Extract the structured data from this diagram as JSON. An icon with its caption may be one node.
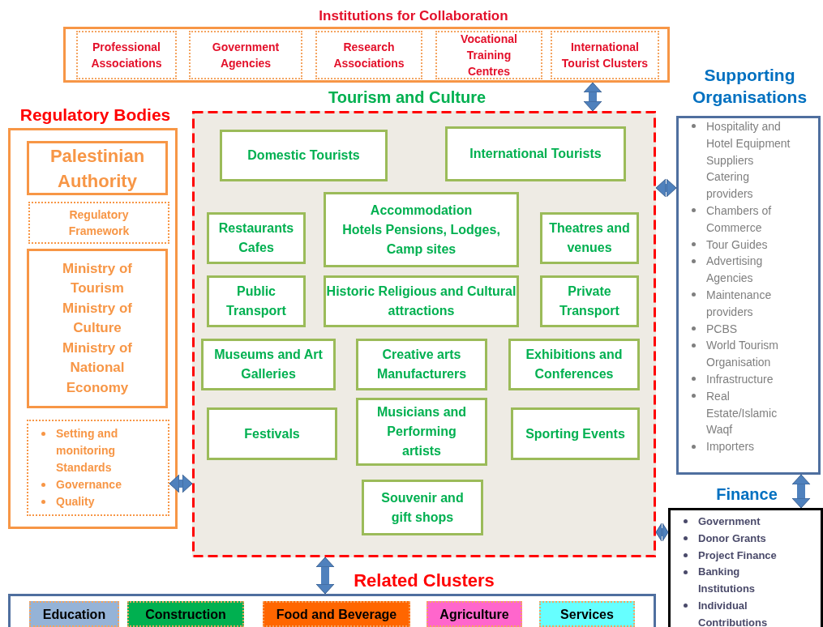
{
  "diagram": {
    "nodes": [
      {
        "text": [
          "Institutions for Collaboration"
        ]
      },
      {
        "text": [
          "Professional Associations"
        ],
        "in": 0
      },
      {
        "text": [
          "Government Agencies"
        ],
        "in": 0
      },
      {
        "text": [
          "Research Associations"
        ],
        "in": 0
      },
      {
        "text": [
          "Vocational Training Centres"
        ],
        "in": 0
      },
      {
        "text": [
          "International Tourist Clusters"
        ],
        "in": 0
      },
      {
        "text": [
          "Regulatory Bodies"
        ]
      },
      {
        "text": [
          "Palestinian Authority"
        ],
        "in": 6
      },
      {
        "text": [
          "Regulatory Framework"
        ],
        "in": 6
      },
      {
        "text": [
          "Ministry of Tourism",
          "Ministry of Culture",
          "Ministry of National Economy"
        ],
        "in": 6
      },
      {
        "text": [
          "Setting and monitoring Standards",
          "Governance",
          "Quality"
        ],
        "in": 6
      },
      {
        "text": [
          "Tourism and Culture"
        ]
      },
      {
        "text": [
          "Domestic Tourists"
        ],
        "in": 11
      },
      {
        "text": [
          "International Tourists"
        ],
        "in": 11
      },
      {
        "text": [
          "Restaurants Cafes"
        ],
        "in": 11
      },
      {
        "text": [
          "Accommodation",
          "Hotels Pensions, Lodges, Camp sites"
        ],
        "in": 11
      },
      {
        "text": [
          "Theatres and venues"
        ],
        "in": 11
      },
      {
        "text": [
          "Public Transport"
        ],
        "in": 11
      },
      {
        "text": [
          "Historic Religious and Cultural attractions"
        ],
        "in": 11
      },
      {
        "text": [
          "Private Transport"
        ],
        "in": 11
      },
      {
        "text": [
          "Museums and Art Galleries"
        ],
        "in": 11
      },
      {
        "text": [
          "Creative arts Manufacturers"
        ],
        "in": 11
      },
      {
        "text": [
          "Exhibitions and Conferences"
        ],
        "in": 11
      },
      {
        "text": [
          "Festivals"
        ],
        "in": 11
      },
      {
        "text": [
          "Musicians and Performing artists"
        ],
        "in": 11
      },
      {
        "text": [
          "Sporting Events"
        ],
        "in": 11
      },
      {
        "text": [
          "Souvenir and gift shops"
        ],
        "in": 11
      },
      {
        "text": [
          "Supporting Organisations",
          "Hospitality and Hotel Equipment Suppliers Catering providers",
          "Chambers of Commerce",
          "Tour Guides",
          "Advertising Agencies",
          "Maintenance providers",
          "PCBS",
          "World Tourism Organisation",
          "Infrastructure",
          "Real Estate/Islamic Waqf",
          "Importers"
        ]
      },
      {
        "text": [
          "Finance",
          "Government",
          "Donor Grants",
          "Project Finance",
          "Banking Institutions",
          "Individual Contributions"
        ]
      },
      {
        "text": [
          "Related Clusters"
        ]
      },
      {
        "text": [
          "Education"
        ],
        "in": 29
      },
      {
        "text": [
          "Construction"
        ],
        "in": 29
      },
      {
        "text": [
          "Food and Beverage"
        ],
        "in": 29
      },
      {
        "text": [
          "Agriculture"
        ],
        "in": 29
      },
      {
        "text": [
          "Services"
        ],
        "in": 29
      }
    ],
    "edges": [
      {
        "from": 0,
        "to": 11,
        "arrow": "both"
      },
      {
        "from": 10,
        "to": 11,
        "arrow": "both"
      },
      {
        "from": 11,
        "to": 27,
        "arrow": "both"
      },
      {
        "from": 27,
        "to": 28,
        "arrow": "both"
      },
      {
        "from": 11,
        "to": 28,
        "arrow": "both"
      },
      {
        "from": 11,
        "to": 29,
        "arrow": "both"
      }
    ]
  }
}
